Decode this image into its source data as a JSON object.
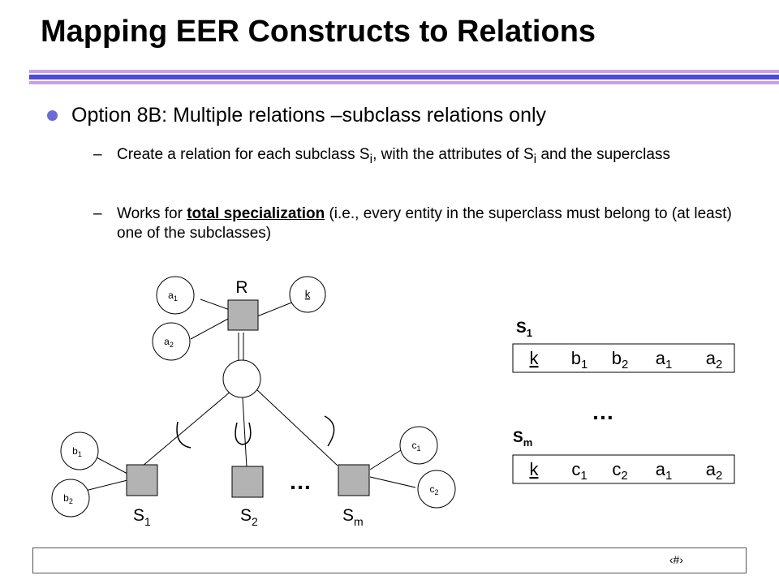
{
  "title": "Mapping EER Constructs to Relations",
  "bullet": "Option 8B: Multiple relations –subclass relations only",
  "subs": [
    {
      "dash": "–",
      "pre": "Create a relation for each subclass S",
      "sub1": "i",
      "mid": ", with the attributes of S",
      "sub2": "i",
      "post": " and the superclass"
    },
    {
      "dash": "–",
      "pre": "Works for ",
      "bold": "total specialization",
      "post": " (i.e., every entity in the superclass must belong to (at least) one of the subclasses)"
    }
  ],
  "diagram": {
    "superclass": "R",
    "attr_a1": "a",
    "attr_a2": "a",
    "attr_k": "k",
    "attr_b1": "b",
    "attr_b2": "b",
    "attr_c1": "c",
    "attr_c2": "c",
    "sub1": "S",
    "sub2": "S",
    "subm": "S",
    "idx1": "1",
    "idx2": "2",
    "idxm": "m",
    "ellipsis": "…"
  },
  "relations": {
    "s1_label": "S",
    "s1_sub": "1",
    "sm_label": "S",
    "sm_sub": "m",
    "ellipsis": "…",
    "s1_cols": [
      {
        "t": "k",
        "s": ""
      },
      {
        "t": "b",
        "s": "1"
      },
      {
        "t": "b",
        "s": "2"
      },
      {
        "t": "a",
        "s": "1"
      },
      {
        "t": "a",
        "s": "2"
      }
    ],
    "sm_cols": [
      {
        "t": "k",
        "s": ""
      },
      {
        "t": "c",
        "s": "1"
      },
      {
        "t": "c",
        "s": "2"
      },
      {
        "t": "a",
        "s": "1"
      },
      {
        "t": "a",
        "s": "2"
      }
    ]
  },
  "footer": {
    "page_marker": "‹#›"
  },
  "colors": {
    "rule_blue": "#4a4ad6",
    "rule_purple": "#c8a0e8",
    "bullet": "#6b6bd6",
    "entity_fill": "#b3b3b3"
  }
}
